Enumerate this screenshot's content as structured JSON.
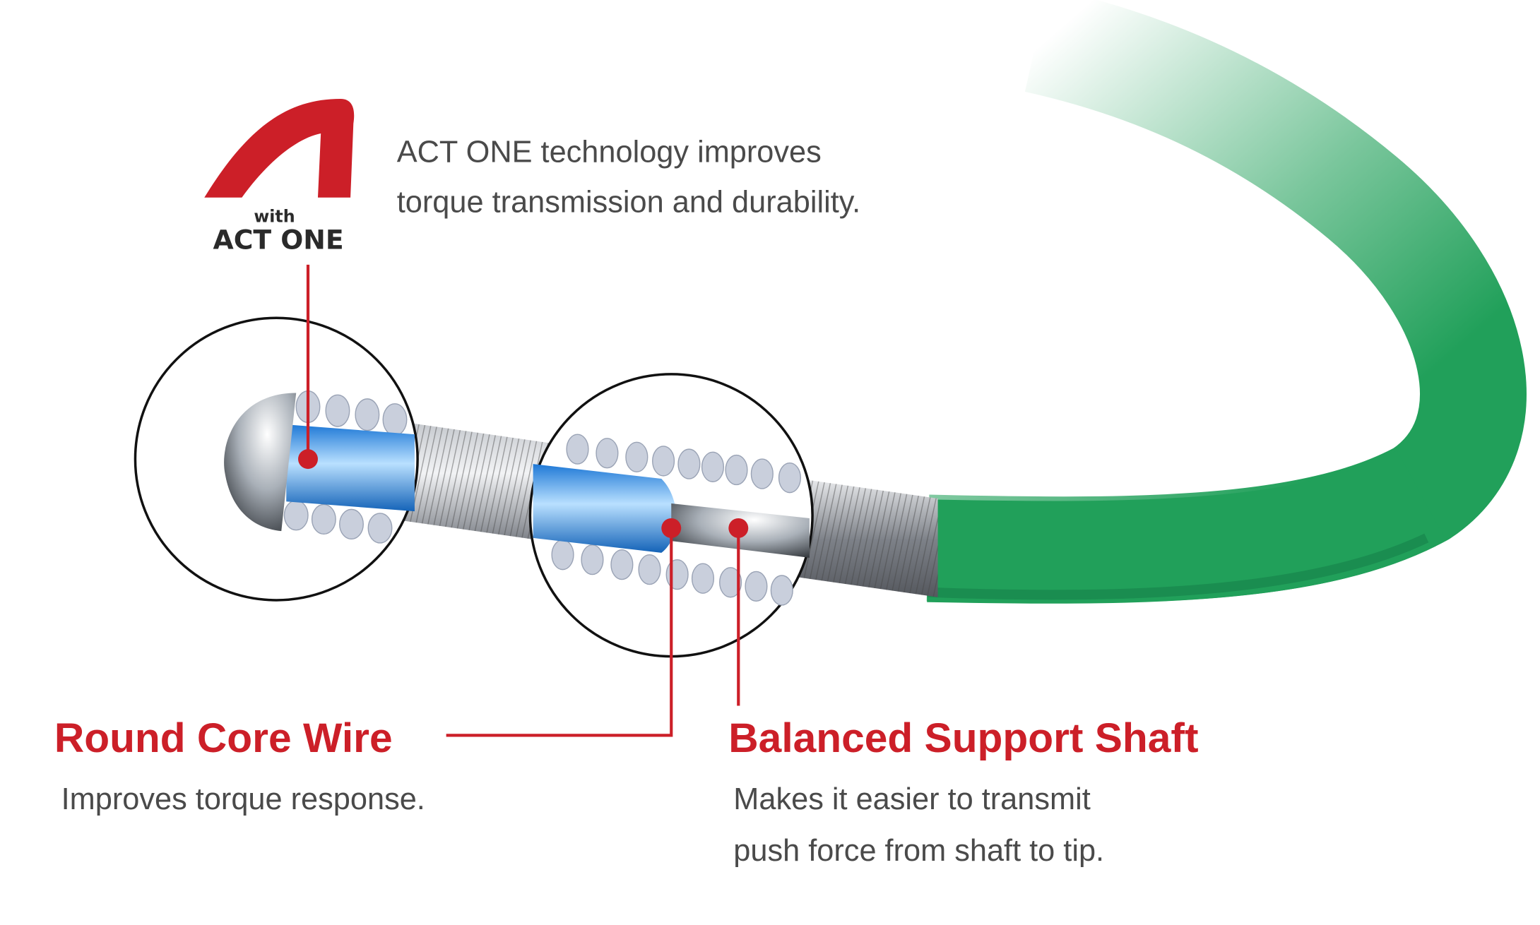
{
  "logo": {
    "small": "with",
    "name": "ACT ONE"
  },
  "intro": {
    "line1": "ACT ONE technology improves",
    "line2": "torque transmission and durability."
  },
  "callouts": [
    {
      "title": "Round Core Wire",
      "lines": [
        "Improves torque response."
      ]
    },
    {
      "title": "Balanced Support Shaft",
      "lines": [
        "Makes it easier to transmit",
        "push force from shaft to tip."
      ]
    }
  ],
  "colors": {
    "accent": "#cc1f28",
    "jacket": "#21a05a",
    "core": "#2f8fe0",
    "text": "#4a4a4a"
  }
}
